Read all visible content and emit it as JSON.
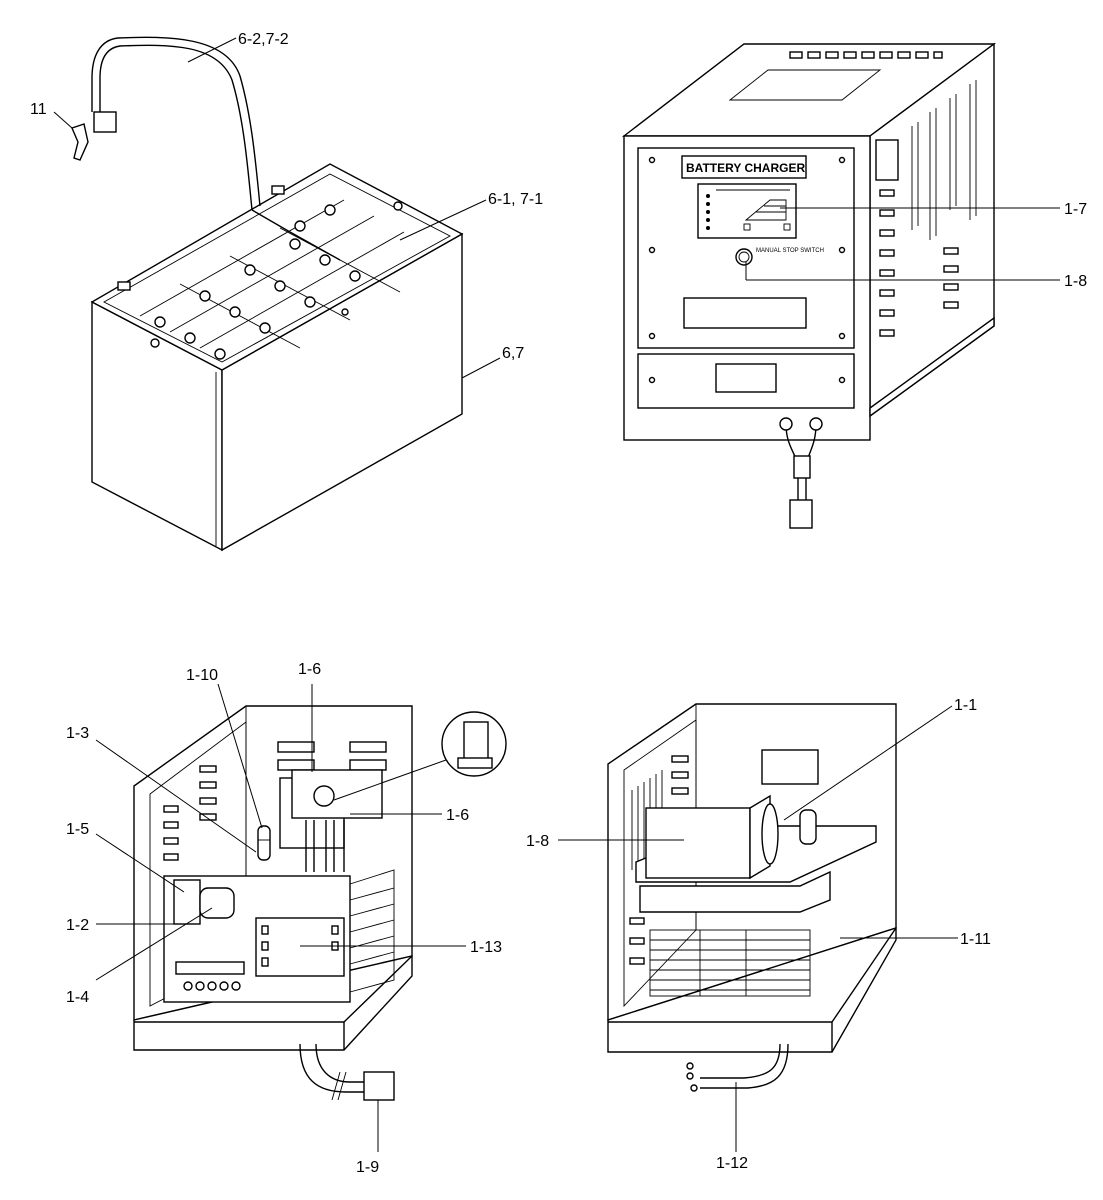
{
  "panel_text": {
    "charger_title": "BATTERY CHARGER",
    "stop_switch": "MANUAL STOP SWITCH"
  },
  "callouts": [
    {
      "id": "11",
      "text": "11"
    },
    {
      "id": "6-2-7-2",
      "text": "6-2,7-2"
    },
    {
      "id": "6-1-7-1",
      "text": "6-1, 7-1"
    },
    {
      "id": "6-7",
      "text": "6,7"
    },
    {
      "id": "1-7",
      "text": "1-7"
    },
    {
      "id": "1-8-front",
      "text": "1-8"
    },
    {
      "id": "1-10",
      "text": "1-10"
    },
    {
      "id": "1-6-top",
      "text": "1-6"
    },
    {
      "id": "1-3",
      "text": "1-3"
    },
    {
      "id": "1-6-right",
      "text": "1-6"
    },
    {
      "id": "1-5",
      "text": "1-5"
    },
    {
      "id": "1-2",
      "text": "1-2"
    },
    {
      "id": "1-13",
      "text": "1-13"
    },
    {
      "id": "1-4",
      "text": "1-4"
    },
    {
      "id": "1-9",
      "text": "1-9"
    },
    {
      "id": "1-1",
      "text": "1-1"
    },
    {
      "id": "1-8-rear",
      "text": "1-8"
    },
    {
      "id": "1-11",
      "text": "1-11"
    },
    {
      "id": "1-12",
      "text": "1-12"
    }
  ]
}
